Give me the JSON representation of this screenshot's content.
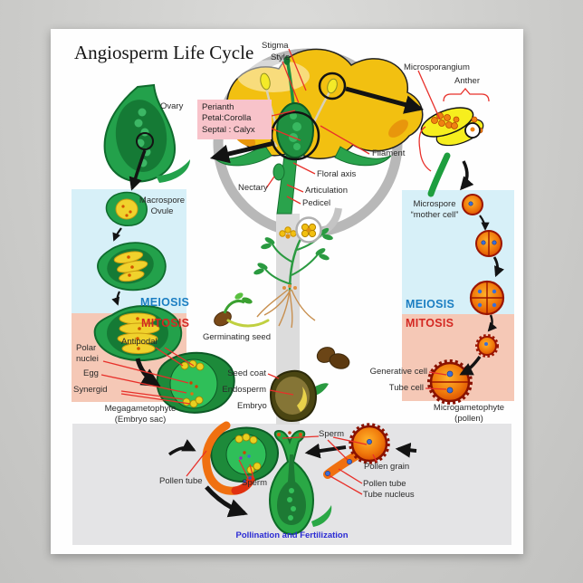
{
  "title": "Angiosperm Life Cycle",
  "flower": {
    "stigma": "Stigma",
    "style": "Style",
    "microsporangium": "Microsporangium",
    "anther": "Anther",
    "ovary": "Ovary",
    "filament": "Filament",
    "floral_axis": "Floral axis",
    "nectary": "Nectary",
    "articulation": "Articulation",
    "pedicel": "Pedicel",
    "perianth": {
      "line1": "Perianth",
      "line2": "Petal:Corolla",
      "line3": "Septal : Calyx"
    }
  },
  "left_path": {
    "stage_label": {
      "line1": "Macrospore",
      "line2": "Ovule"
    },
    "meiosis": "MEIOSIS",
    "mitosis": "MITOSIS",
    "antipodal": "Antipodal",
    "polar_nuclei": {
      "line1": "Polar",
      "line2": "nuclei"
    },
    "egg": "Egg",
    "synergid": "Synergid",
    "result": {
      "line1": "Megagametophyte",
      "line2": "(Embryo sac)"
    }
  },
  "right_path": {
    "stage_label": {
      "line1": "Microspore",
      "line2": "“mother cell”"
    },
    "meiosis": "MEIOSIS",
    "mitosis": "MITOSIS",
    "generative_cell": "Generative cell",
    "tube_cell": "Tube cell",
    "result": {
      "line1": "Microgametophyte",
      "line2": "(pollen)"
    }
  },
  "center_path": {
    "germinating_seed": "Germinating seed",
    "seed_coat": "Seed coat",
    "endosperm": "Endosperm",
    "embryo": "Embryo"
  },
  "fertilization": {
    "pollen_tube_left": "Pollen tube",
    "sperm_left": "Sperm",
    "sperm_right": "Sperm",
    "pollen_grain": "Pollen grain",
    "pollen_tube_right": "Pollen tube",
    "tube_nucleus": "Tube nucleus",
    "caption": "Pollination and Fertilization"
  },
  "colors": {
    "meiosis_blue": "#1b7ec2",
    "mitosis_red": "#d42822",
    "caption_blue": "#2a2ad4",
    "leader_red": "#e8302a",
    "box_blue": "#d7f0f8",
    "box_pink": "#f5c8b6",
    "box_gray": "#e4e4e6",
    "perianth_pink": "#f8c3ca",
    "plant_green": "#23a14b",
    "flower_yellow": "#f2c011",
    "pollen_orange": "#ef8212"
  }
}
